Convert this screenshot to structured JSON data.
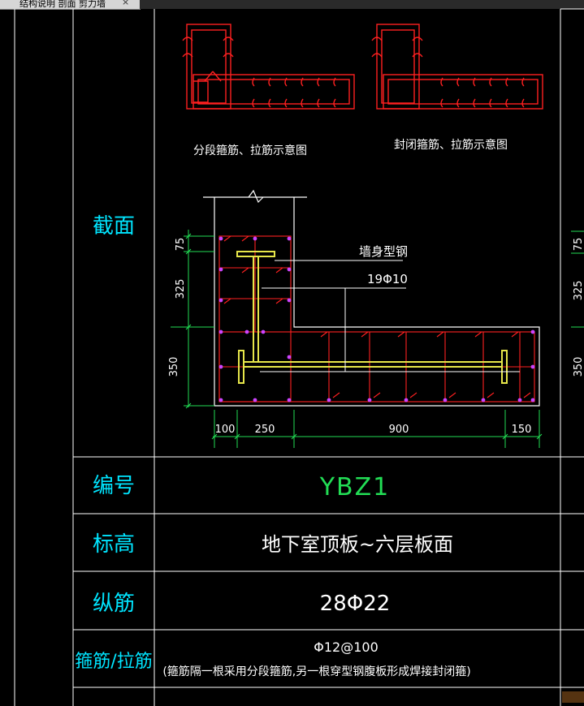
{
  "tab": {
    "label": "结构说明 剖面 剪力墙",
    "close": "×"
  },
  "drawing": {
    "row_labels": {
      "section": "截面",
      "number": "编号",
      "elevation": "标高",
      "longitudinal": "纵筋",
      "stirrups": "箍筋/拉筋"
    },
    "values": {
      "number": "YBZ1",
      "elevation": "地下室顶板~六层板面",
      "longitudinal": "28Φ22",
      "stirrups_line1": "Φ12@100",
      "stirrups_line2": "(箍筋隔一根采用分段箍筋,另一根穿型钢腹板形成焊接封闭箍)"
    },
    "captions": {
      "segmented": "分段箍筋、拉筋示意图",
      "closed": "封闭箍筋、拉筋示意图"
    },
    "callouts": {
      "steel": "墙身型钢",
      "tie": "19Φ10"
    },
    "dims_vertical": [
      "75",
      "325",
      "350"
    ],
    "dims_horizontal": [
      "100",
      "250",
      "900",
      "150"
    ],
    "right_partial": [
      "75",
      "325",
      "350"
    ],
    "colors": {
      "grid": "#ffffff",
      "rebar": "#ff2020",
      "dots": "#cc44ff",
      "steel": "#e6e64a",
      "dims": "#22dd55",
      "label": "#00e5ff"
    }
  }
}
